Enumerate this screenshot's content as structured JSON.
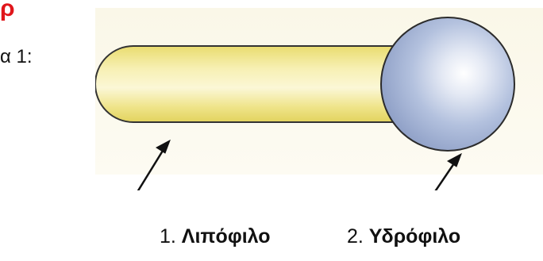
{
  "heading": {
    "fragment": "ρ"
  },
  "figure": {
    "label": "α 1:"
  },
  "molecule": {
    "tail_color": "#f2ea9a",
    "head_color": "#a9b8d8"
  },
  "labels": [
    {
      "number": "1. ",
      "term": "Λιπόφιλο"
    },
    {
      "number": "2. ",
      "term": "Υδρόφιλο"
    }
  ]
}
